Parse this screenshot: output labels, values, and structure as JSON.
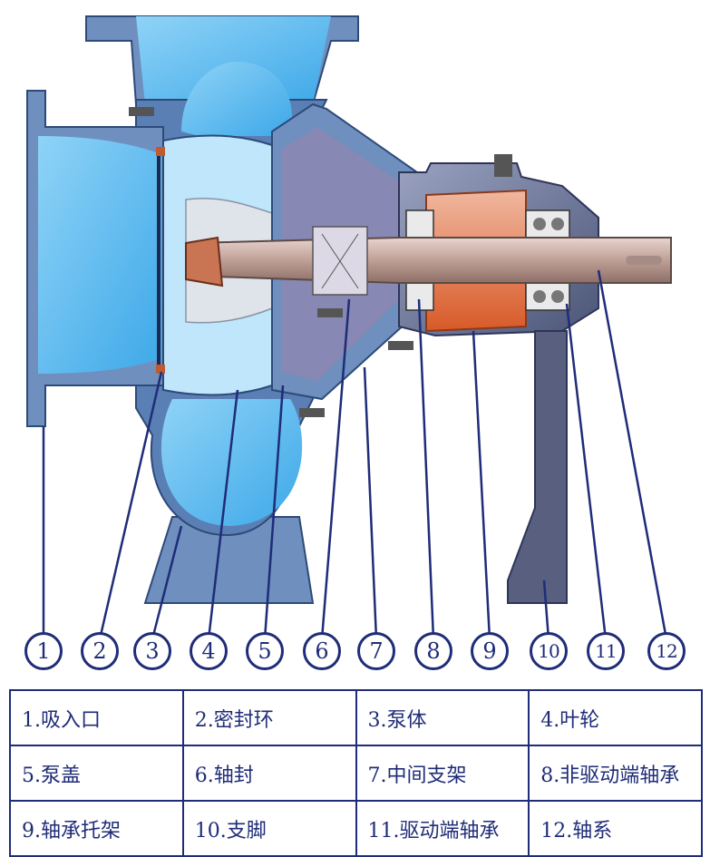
{
  "callouts": [
    "1",
    "2",
    "3",
    "4",
    "5",
    "6",
    "7",
    "8",
    "9",
    "10",
    "11",
    "12"
  ],
  "legend": [
    [
      "1.吸入口",
      "2.密封环",
      "3.泵体",
      "4.叶轮"
    ],
    [
      "5.泵盖",
      "6.轴封",
      "7.中间支架",
      "8.非驱动端轴承"
    ],
    [
      "9.轴承托架",
      "10.支脚",
      "11.驱动端轴承",
      "12.轴系"
    ]
  ],
  "colors": {
    "water": "#5bb7ef",
    "water_light": "#9fd8f7",
    "casing": "#4a6fa3",
    "casing_light": "#7fa3cf",
    "frame": "#4b5577",
    "frame_light": "#7a82a3",
    "shaft": "#c8a9a2",
    "bracket": "#e06a3a",
    "bracket_light": "#e6a98f",
    "line": "#1f2c78",
    "seal": "#c05a30"
  }
}
